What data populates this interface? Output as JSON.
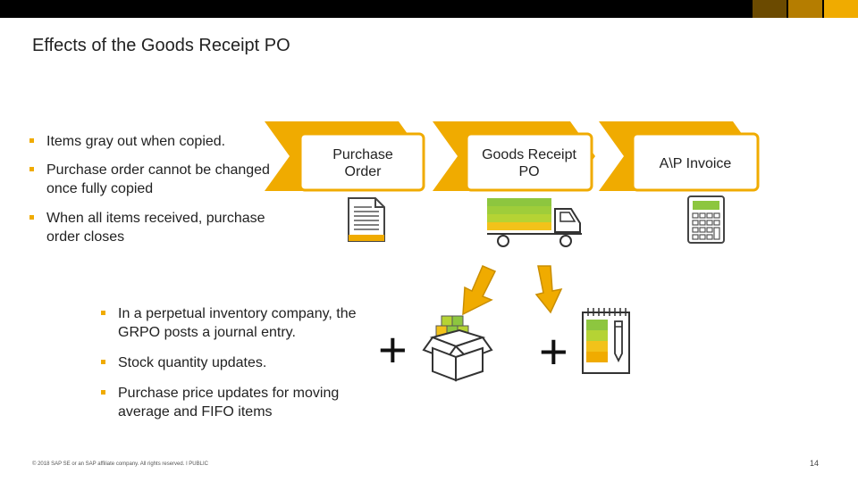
{
  "slide": {
    "title": "Effects of the Goods Receipt PO",
    "bullets_left": [
      "Items gray out when copied.",
      "Purchase order cannot be changed once fully copied",
      "When all items received, purchase order closes"
    ],
    "bullets_lower": [
      "In a perpetual inventory company, the GRPO posts a journal entry.",
      "Stock quantity updates.",
      "Purchase price updates for moving average and FIFO items"
    ],
    "process_steps": [
      {
        "label": "Purchase Order",
        "icon": "document-icon"
      },
      {
        "label": "Goods Receipt PO",
        "icon": "delivery-truck-icon"
      },
      {
        "label": "A\\P Invoice",
        "icon": "calculator-icon"
      }
    ],
    "plus_signs": [
      "+",
      "+"
    ],
    "lower_icons": [
      "open-box-icon",
      "notepad-with-pencil-icon",
      "down-arrow-icon"
    ],
    "footer": "© 2018 SAP SE or an SAP affiliate company. All rights reserved.  ǀ  PUBLIC",
    "page_number": "14"
  },
  "colors": {
    "accent": "#f0ab00",
    "accent_dark": "#e29a00",
    "top_bar": "#000000",
    "top_bar_swatches": [
      "#6b4a00",
      "#b57d00",
      "#f0ab00"
    ],
    "green_1": "#8dc63f",
    "green_2": "#b5d334",
    "yellow": "#f2c21a"
  }
}
